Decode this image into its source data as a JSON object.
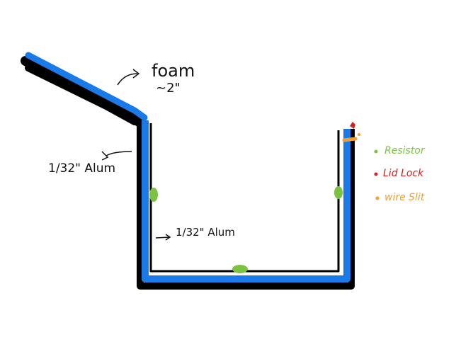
{
  "labels": {
    "foam": "foam",
    "foam_thickness": "~2\"",
    "outer_alum": "1/32\" Alum",
    "inner_alum": "1/32\" Alum"
  },
  "legend": [
    {
      "label": "Resistor",
      "color": "#7cc242"
    },
    {
      "label": "Lid Lock",
      "color": "#d42020"
    },
    {
      "label": "wire Slit",
      "color": "#f0a030"
    }
  ],
  "colors": {
    "foam": "#1a7ae8",
    "aluminum": "#000000",
    "resistor": "#7cc242",
    "lid_lock": "#d42020",
    "wire_slit": "#f0a030"
  }
}
